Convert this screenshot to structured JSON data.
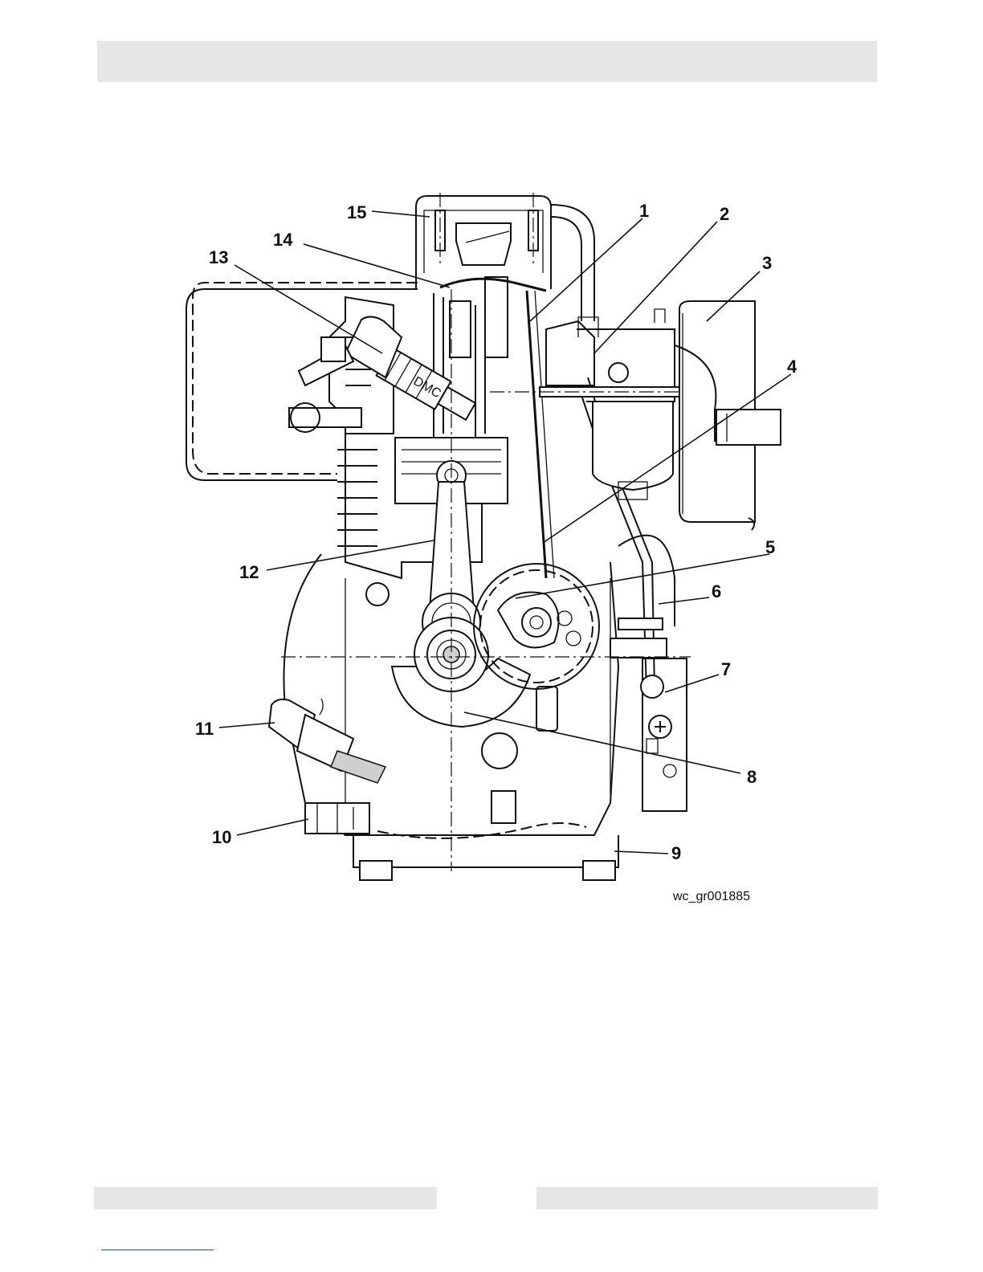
{
  "figure": {
    "id_label": "wc_gr001885",
    "callouts": [
      {
        "n": "1"
      },
      {
        "n": "2"
      },
      {
        "n": "3"
      },
      {
        "n": "4"
      },
      {
        "n": "5"
      },
      {
        "n": "6"
      },
      {
        "n": "7"
      },
      {
        "n": "8"
      },
      {
        "n": "9"
      },
      {
        "n": "10"
      },
      {
        "n": "11"
      },
      {
        "n": "12"
      },
      {
        "n": "13"
      },
      {
        "n": "14"
      },
      {
        "n": "15"
      }
    ],
    "spark_plug_marking": "DMC"
  }
}
